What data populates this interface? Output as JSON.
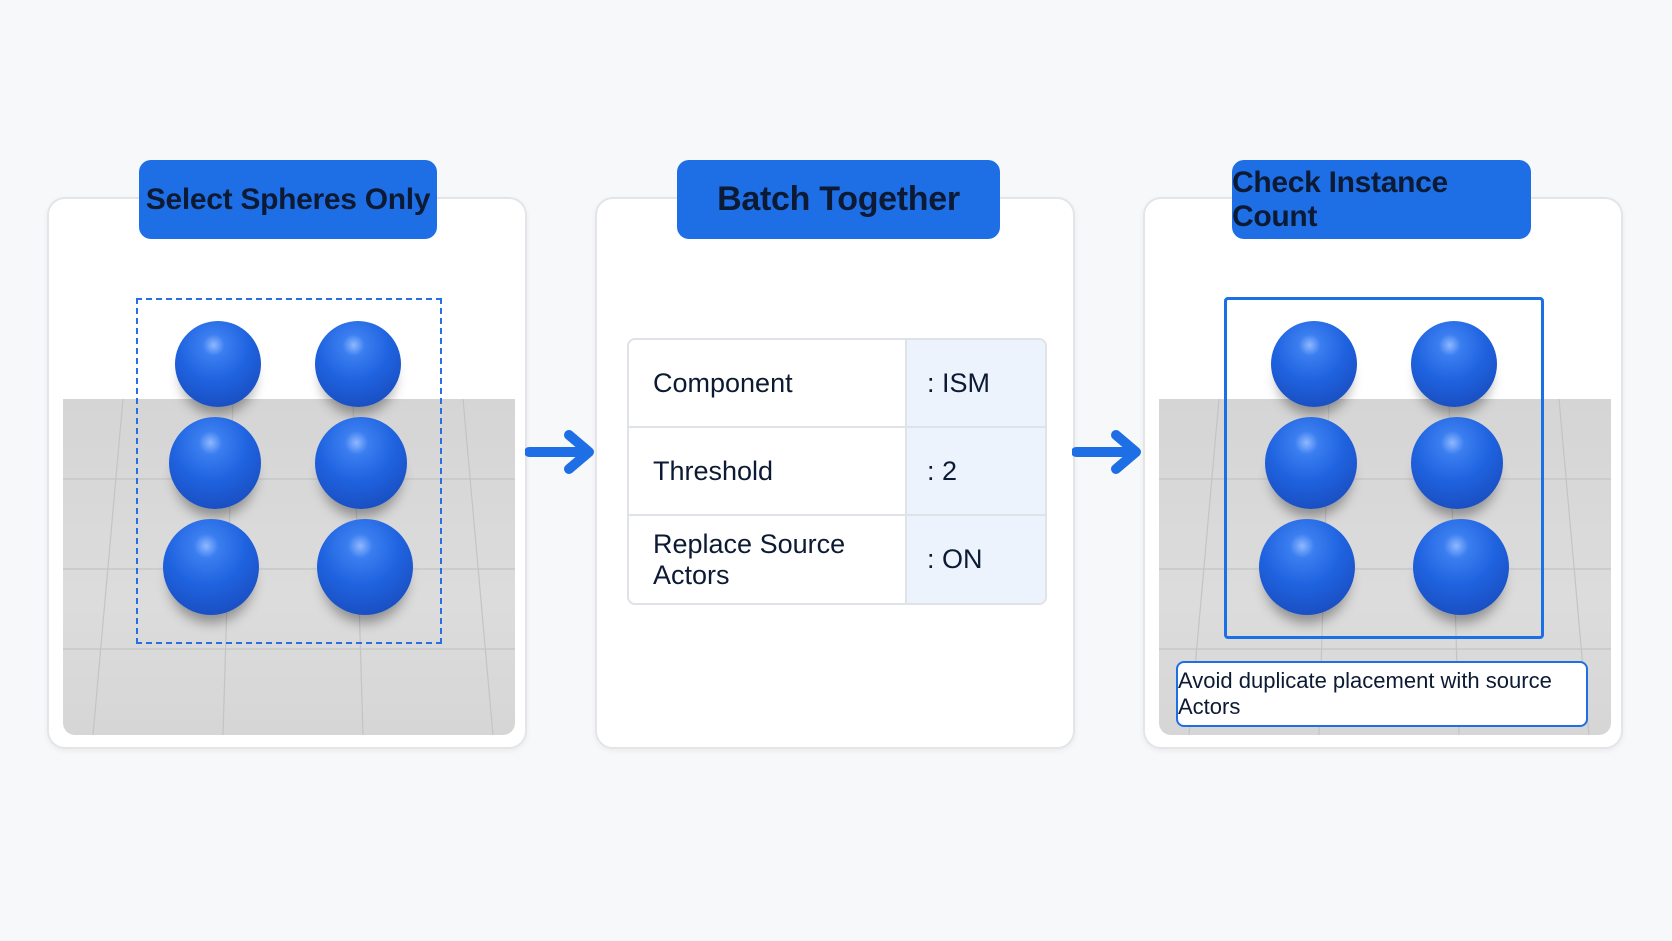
{
  "steps": [
    {
      "label": "Select Spheres Only"
    },
    {
      "label": "Batch Together"
    },
    {
      "label": "Check Instance Count"
    }
  ],
  "settings": [
    {
      "key": "Component",
      "value": ": ISM"
    },
    {
      "key": "Threshold",
      "value": ": 2"
    },
    {
      "key": "Replace Source Actors",
      "value": ": ON"
    }
  ],
  "note": "Avoid duplicate placement with source Actors",
  "colors": {
    "accent": "#1e6fe6",
    "sphere": "#1f63e0",
    "table_value_bg": "#edf3fd",
    "floor": "#d8d8d8"
  },
  "icons": {
    "arrow": "arrow-right-icon"
  }
}
